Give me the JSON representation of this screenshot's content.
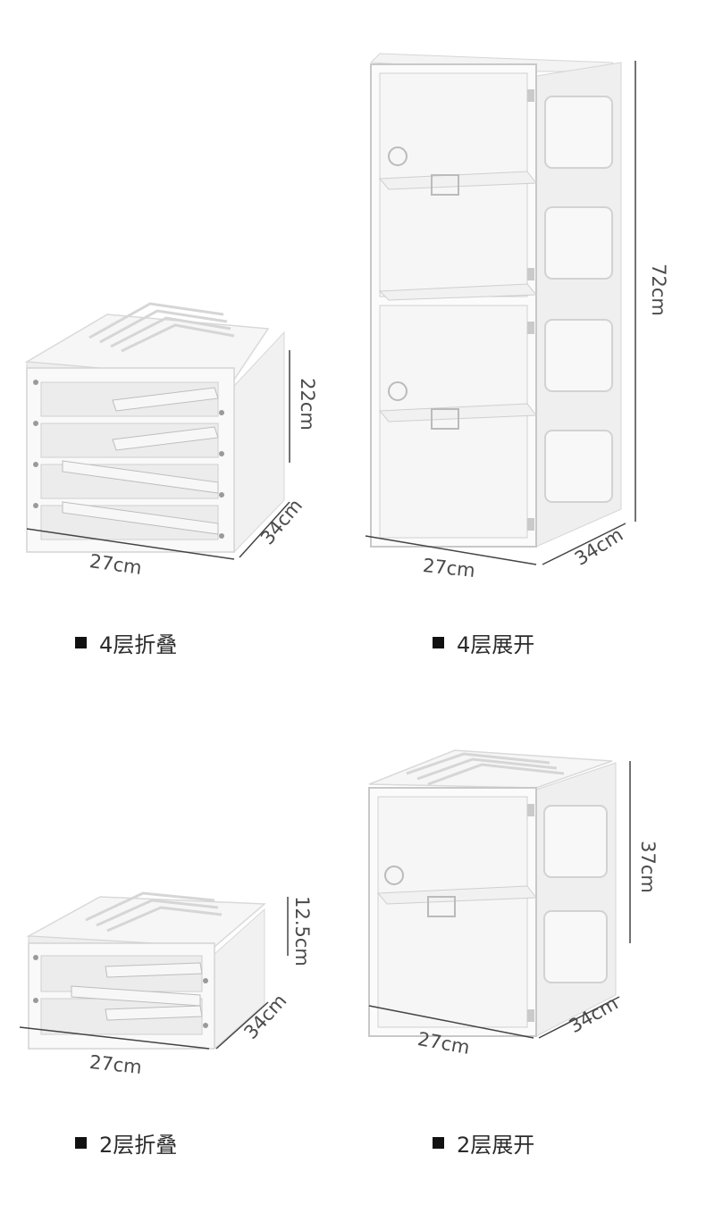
{
  "products": [
    {
      "id": "4-tier-folded",
      "caption": "4层折叠",
      "dims": {
        "width": "27cm",
        "depth": "34cm",
        "height": "22cm"
      }
    },
    {
      "id": "4-tier-expanded",
      "caption": "4层展开",
      "dims": {
        "width": "27cm",
        "depth": "34cm",
        "height": "72cm"
      }
    },
    {
      "id": "2-tier-folded",
      "caption": "2层折叠",
      "dims": {
        "width": "27cm",
        "depth": "34cm",
        "height": "12.5cm"
      }
    },
    {
      "id": "2-tier-expanded",
      "caption": "2层展开",
      "dims": {
        "width": "27cm",
        "depth": "34cm",
        "height": "37cm"
      }
    }
  ]
}
